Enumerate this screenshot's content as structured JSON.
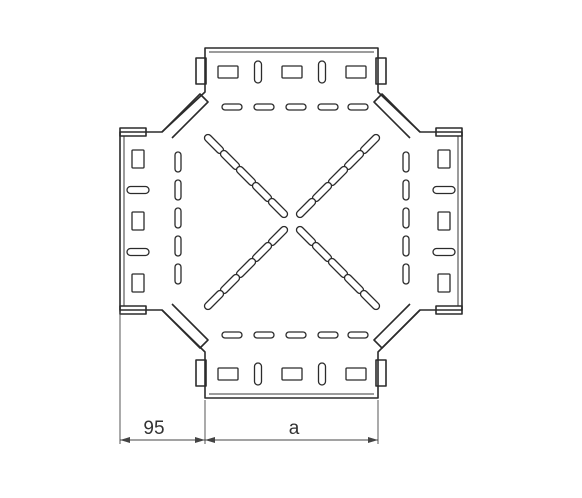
{
  "drawing": {
    "subject": "cross-tray-4-way-drawing",
    "dimensions": {
      "flange_width": "95",
      "width": "a"
    }
  }
}
